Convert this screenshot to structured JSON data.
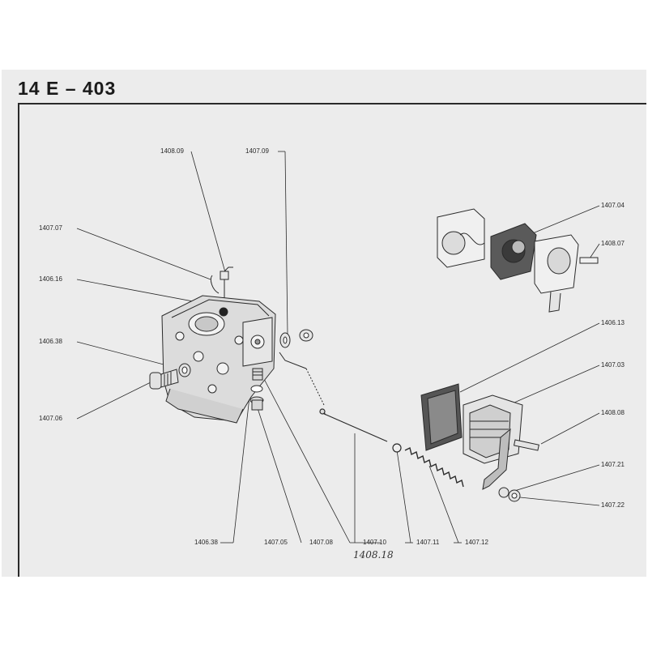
{
  "header": {
    "title": "14 E  –  403"
  },
  "labels": {
    "p1408_09": "1408.09",
    "p1407_09": "1407.09",
    "p1407_07": "1407.07",
    "p1406_16": "1406.16",
    "p1406_38_a": "1406.38",
    "p1407_06": "1407.06",
    "p1407_04": "1407.04",
    "p1408_07": "1408.07",
    "p1406_13": "1406.13",
    "p1407_03": "1407.03",
    "p1408_08": "1408.08",
    "p1407_21": "1407.21",
    "p1407_22": "1407.22",
    "p1406_38_b": "1406.38",
    "p1407_05": "1407.05",
    "p1407_08": "1407.08",
    "p1407_10": "1407.10",
    "p1407_11": "1407.11",
    "p1407_12": "1407.12"
  },
  "handwritten": {
    "note": "1408.18"
  },
  "colors": {
    "paper": "#ececec",
    "ink": "#2a2a2a",
    "frame": "#2a2a2a"
  }
}
